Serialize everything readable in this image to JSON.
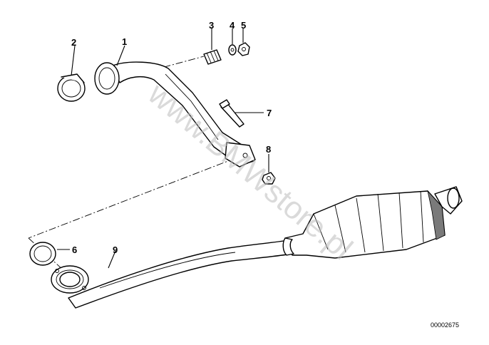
{
  "callouts": [
    {
      "id": "1",
      "text": "1"
    },
    {
      "id": "2",
      "text": "2"
    },
    {
      "id": "3",
      "text": "3"
    },
    {
      "id": "4",
      "text": "4"
    },
    {
      "id": "5",
      "text": "5"
    },
    {
      "id": "6",
      "text": "6"
    },
    {
      "id": "7",
      "text": "7"
    },
    {
      "id": "8",
      "text": "8"
    },
    {
      "id": "9",
      "text": "9"
    }
  ],
  "watermark": "www.BMWstore.pl",
  "document_number": "00002675"
}
